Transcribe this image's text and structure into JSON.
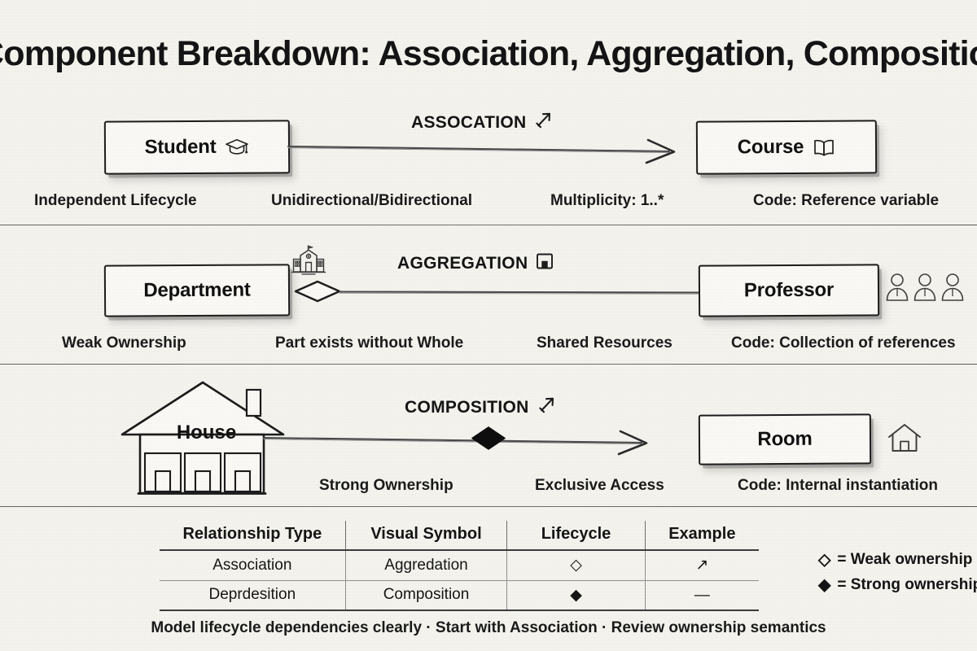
{
  "title": "Component Breakdown: Association, Aggregation, Composition",
  "colors": {
    "background": "#f4f3ee",
    "ink": "#141414",
    "box_fill": "#faf9f5",
    "divider": "#4a4a4a"
  },
  "rows": [
    {
      "id": "association",
      "relation_label": "ASSOCATION",
      "relation_icon": "diagonal-arrow-icon",
      "source": {
        "label": "Student",
        "icon": "graduation-cap-icon"
      },
      "target": {
        "label": "Course",
        "icon": "open-book-icon"
      },
      "connector": {
        "start_symbol": "none",
        "mid_symbol": "none",
        "end_symbol": "open-arrow"
      },
      "captions": [
        "Independent Lifecycle",
        "Unidirectional/Bidirectional",
        "Multiplicity: 1..*",
        "Code: Reference variable"
      ]
    },
    {
      "id": "aggregation",
      "relation_label": "AGGREGATION",
      "relation_icon": "door-icon",
      "source": {
        "label": "Department",
        "icon": "none",
        "floating_icon": "school-building-icon"
      },
      "target": {
        "label": "Professor",
        "icon": "none",
        "floating_icon": "three-people-icon"
      },
      "connector": {
        "start_symbol": "hollow-diamond",
        "mid_symbol": "none",
        "end_symbol": "none"
      },
      "captions": [
        "Weak Ownership",
        "Part exists without Whole",
        "Shared Resources",
        "Code: Collection of references"
      ]
    },
    {
      "id": "composition",
      "relation_label": "COMPOSITION",
      "relation_icon": "diagonal-arrow-icon",
      "source": {
        "label": "House",
        "icon": "house-shape"
      },
      "target": {
        "label": "Room",
        "icon": "none",
        "floating_icon": "house-outline-icon"
      },
      "connector": {
        "start_symbol": "none",
        "mid_symbol": "filled-diamond",
        "end_symbol": "open-arrow"
      },
      "captions": [
        "Strong Ownership",
        "Exclusive Access",
        "Code: Internal instantiation"
      ]
    }
  ],
  "table": {
    "headers": [
      "Relationship Type",
      "Visual Symbol",
      "Lifecycle",
      "Example"
    ],
    "rows": [
      {
        "type": "Association",
        "symbol": "Aggredation",
        "lifecycle": "◇",
        "example": "↗"
      },
      {
        "type": "Deprdesition",
        "symbol": "Composition",
        "lifecycle": "◆",
        "example": "—"
      }
    ]
  },
  "legend": [
    {
      "symbol": "◇",
      "text": "= Weak ownership"
    },
    {
      "symbol": "◆",
      "text": "= Strong ownership"
    }
  ],
  "footer": "Model lifecycle dependencies clearly · Start with Association · Review ownership semantics"
}
